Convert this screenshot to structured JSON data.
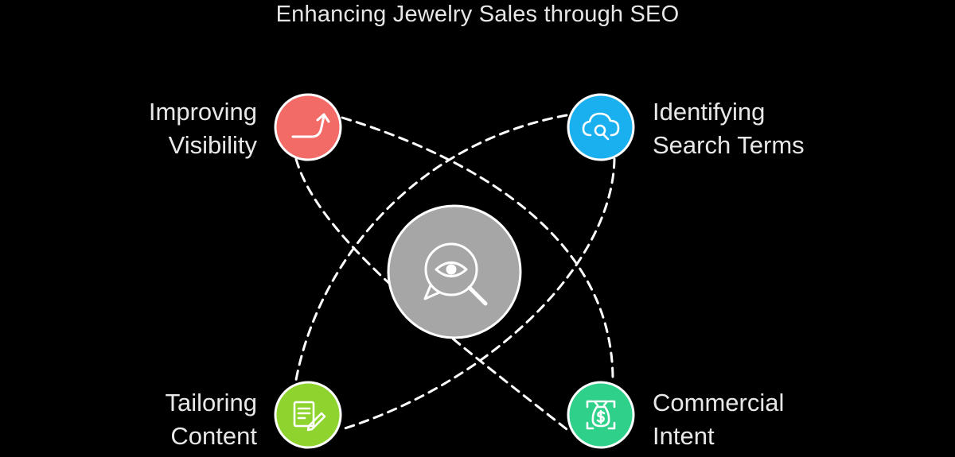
{
  "title": "Enhancing Jewelry Sales through SEO",
  "center": {
    "icon": "eye-magnifier-icon",
    "color": "#a6a6a6"
  },
  "nodes": [
    {
      "id": "tl",
      "lines": [
        "Improving",
        "Visibility"
      ],
      "icon": "trend-arrow-up-icon",
      "color": "#f26b67"
    },
    {
      "id": "tr",
      "lines": [
        "Identifying",
        "Search Terms"
      ],
      "icon": "cloud-search-icon",
      "color": "#1ab0f0"
    },
    {
      "id": "bl",
      "lines": [
        "Tailoring",
        "Content"
      ],
      "icon": "document-edit-icon",
      "color": "#8fd42e"
    },
    {
      "id": "br",
      "lines": [
        "Commercial",
        "Intent"
      ],
      "icon": "money-bag-focus-icon",
      "color": "#2fd18a"
    }
  ]
}
